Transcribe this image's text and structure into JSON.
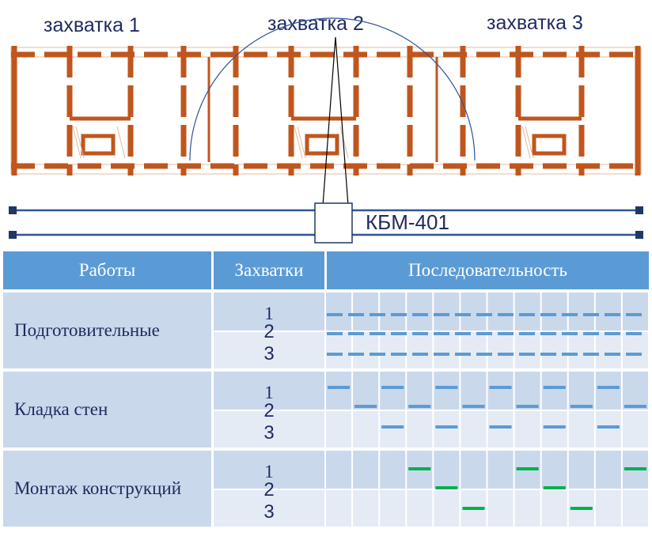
{
  "zones": [
    "захватка 1",
    "захватка 2",
    "захватка 3"
  ],
  "crane": {
    "label": "КБМ-401"
  },
  "table": {
    "headers": {
      "works": "Работы",
      "zones": "Захватки",
      "sequence": "Последовательность"
    },
    "rows": [
      {
        "name": "Подготовительные",
        "zones": [
          "1",
          "2",
          "3"
        ]
      },
      {
        "name": "Кладка стен",
        "zones": [
          "1",
          "2",
          "3"
        ]
      },
      {
        "name": "Монтаж конструкций",
        "zones": [
          "1",
          "2",
          "3"
        ]
      }
    ],
    "sequence_periods": 12
  },
  "colors": {
    "header": "#5b9bd5",
    "row_dark": "#cad8ec",
    "row_light": "#e4ebf5",
    "wall": "#c0561d",
    "crane_line": "#2f5597",
    "bar_blue": "#5b9bd5",
    "bar_green": "#00b050"
  },
  "schedule": {
    "preparatory": {
      "zones": [
        1,
        2,
        3
      ],
      "continuous": true,
      "style": "dashed"
    },
    "masonry": [
      {
        "zone": 1,
        "periods": [
          1,
          3,
          5,
          7,
          9,
          11
        ]
      },
      {
        "zone": 2,
        "periods": [
          2,
          4,
          6,
          8,
          10,
          12
        ]
      },
      {
        "zone": 3,
        "periods": [
          3,
          5,
          7,
          9,
          11
        ]
      }
    ],
    "assembly": [
      {
        "zone": 1,
        "periods": [
          4,
          8,
          12
        ]
      },
      {
        "zone": 2,
        "periods": [
          5,
          9
        ]
      },
      {
        "zone": 3,
        "periods": [
          6,
          10
        ]
      }
    ]
  }
}
